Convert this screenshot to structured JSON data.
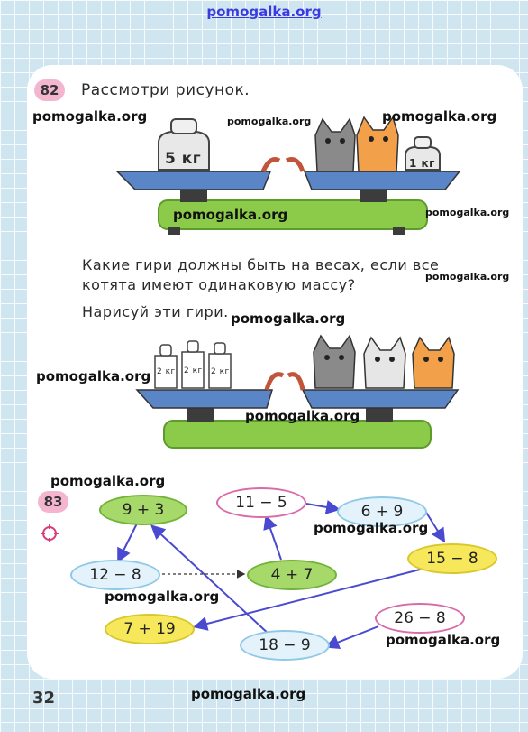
{
  "site_header": "pomogalka.org",
  "task82": {
    "number": "82",
    "heading": "Рассмотри рисунок.",
    "weight_5kg": "5 кг",
    "weight_1kg": "1 кг",
    "question_line1": "Какие гири должны быть на весах, если все",
    "question_line2": "котята имеют одинаковую массу?",
    "instruction": "Нарисуй эти гири.",
    "weight_2kg": "2 кг"
  },
  "task83": {
    "number": "83",
    "expressions": {
      "e9p3": "9 + 3",
      "e11m5": "11 − 5",
      "e6p9": "6 + 9",
      "e12m8": "12 − 8",
      "e4p7": "4 + 7",
      "e15m8": "15 − 8",
      "e7p19": "7 + 19",
      "e26m8": "26 − 8",
      "e18m9": "18 − 9"
    }
  },
  "watermark": "pomogalka.org",
  "page_number": "32",
  "colors": {
    "pink_badge": "#f4b6cf",
    "scale_green": "#8ccb4a",
    "pan_blue": "#5a86c8",
    "arrow_blue": "#4a4ad0"
  }
}
